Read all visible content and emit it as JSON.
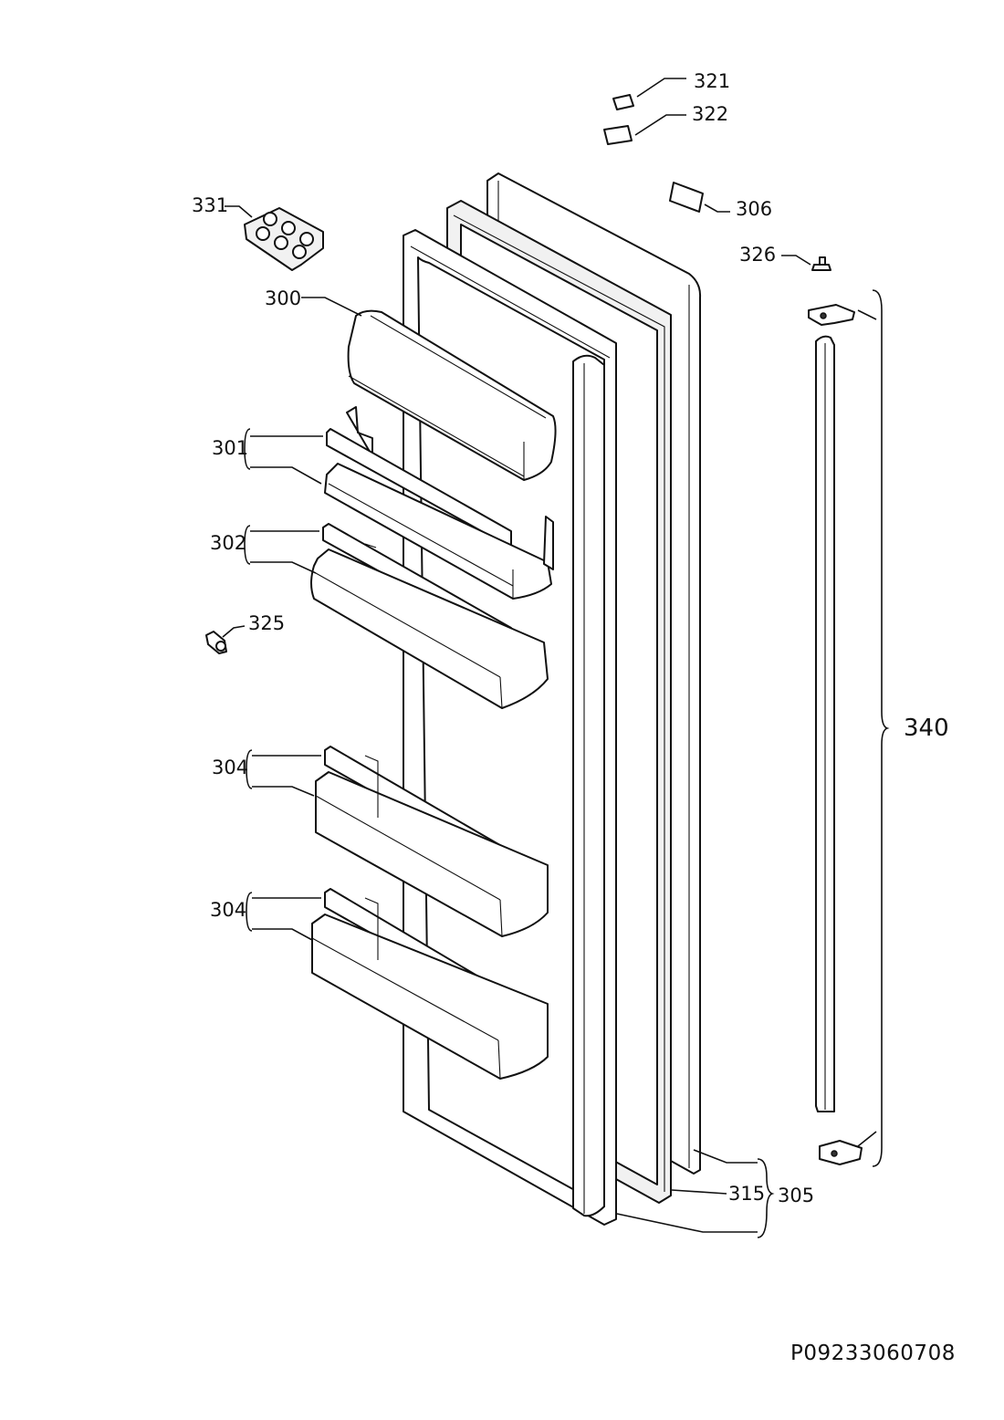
{
  "callouts": {
    "p321": "321",
    "p322": "322",
    "p306": "306",
    "p326": "326",
    "p331": "331",
    "p300": "300",
    "p301": "301",
    "p302": "302",
    "p325": "325",
    "p304a": "304",
    "p304b": "304",
    "p340": "340",
    "p315": "315",
    "p305": "305"
  },
  "drawing_code": "P09233060708"
}
